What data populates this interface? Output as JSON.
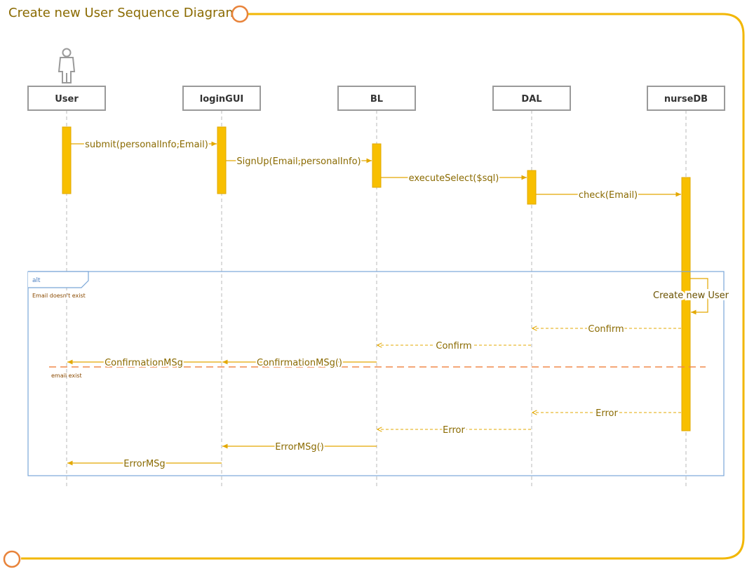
{
  "title": "Create new User Sequence Diagram",
  "colors": {
    "border": "#f2b705",
    "circle": "#e8833a",
    "activation": "#f8bf00",
    "message": "#e3a800",
    "frame": "#7aa6d8",
    "divider": "#f08a4b",
    "title_text": "#8a6a00"
  },
  "icons": {
    "actor": "stick-figure-actor-icon"
  },
  "lifelines": [
    {
      "id": "user",
      "label": "User"
    },
    {
      "id": "logingui",
      "label": "loginGUI"
    },
    {
      "id": "bl",
      "label": "BL"
    },
    {
      "id": "dal",
      "label": "DAL"
    },
    {
      "id": "nursedb",
      "label": "nurseDB"
    }
  ],
  "messages": [
    {
      "from": "user",
      "to": "logingui",
      "label": "submit(personalInfo,Email)",
      "kind": "call"
    },
    {
      "from": "logingui",
      "to": "bl",
      "label": "SignUp(Email,personalInfo)",
      "kind": "call"
    },
    {
      "from": "bl",
      "to": "dal",
      "label": "executeSelect($sql)",
      "kind": "call"
    },
    {
      "from": "dal",
      "to": "nursedb",
      "label": "check(Email)",
      "kind": "call"
    },
    {
      "from": "nursedb",
      "to": "nursedb",
      "label": "Create new User",
      "kind": "self"
    },
    {
      "from": "nursedb",
      "to": "dal",
      "label": "Confirm",
      "kind": "return"
    },
    {
      "from": "dal",
      "to": "bl",
      "label": "Confirm",
      "kind": "return"
    },
    {
      "from": "bl",
      "to": "logingui",
      "label": "ConfirmationMSg()",
      "kind": "call"
    },
    {
      "from": "logingui",
      "to": "user",
      "label": "ConfirmationMSg",
      "kind": "call"
    },
    {
      "from": "nursedb",
      "to": "dal",
      "label": "Error",
      "kind": "return"
    },
    {
      "from": "dal",
      "to": "bl",
      "label": "Error",
      "kind": "return"
    },
    {
      "from": "bl",
      "to": "logingui",
      "label": "ErrorMSg()",
      "kind": "call"
    },
    {
      "from": "logingui",
      "to": "user",
      "label": "ErrorMSg",
      "kind": "call"
    }
  ],
  "fragment": {
    "operator": "alt",
    "guards": [
      "Email doesn't exist",
      "email exist"
    ]
  }
}
